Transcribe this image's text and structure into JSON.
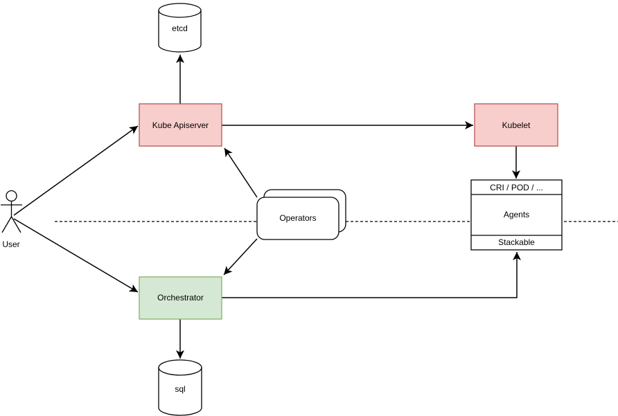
{
  "diagram": {
    "nodes": {
      "user": {
        "label": "User",
        "shape": "actor"
      },
      "etcd": {
        "label": "etcd",
        "shape": "cylinder"
      },
      "kube_apiserver": {
        "label": "Kube Apiserver",
        "shape": "rect",
        "color": "red"
      },
      "kubelet": {
        "label": "Kubelet",
        "shape": "rect",
        "color": "red"
      },
      "operators": {
        "label": "Operators",
        "shape": "stacked-rounded-rect"
      },
      "agents": {
        "top_label": "CRI / POD / ...",
        "middle_label": "Agents",
        "bottom_label": "Stackable",
        "shape": "sectioned-rect"
      },
      "orchestrator": {
        "label": "Orchestrator",
        "shape": "rect",
        "color": "green"
      },
      "sql": {
        "label": "sql",
        "shape": "cylinder"
      }
    },
    "edges": [
      {
        "from": "user",
        "to": "kube_apiserver",
        "arrow": "end"
      },
      {
        "from": "user",
        "to": "orchestrator",
        "arrow": "end"
      },
      {
        "from": "kube_apiserver",
        "to": "etcd",
        "arrow": "end"
      },
      {
        "from": "kube_apiserver",
        "to": "kubelet",
        "arrow": "end"
      },
      {
        "from": "kubelet",
        "to": "agents.top",
        "arrow": "end"
      },
      {
        "from": "operators",
        "to": "kube_apiserver",
        "arrow": "end"
      },
      {
        "from": "operators",
        "to": "orchestrator",
        "arrow": "end"
      },
      {
        "from": "orchestrator",
        "to": "agents.stackable",
        "arrow": "end"
      },
      {
        "from": "orchestrator",
        "to": "sql",
        "arrow": "end"
      },
      {
        "type": "dashed-divider",
        "orientation": "horizontal"
      }
    ],
    "colors": {
      "red_fill": "#f8cecc",
      "red_stroke": "#b85450",
      "green_fill": "#d5e8d4",
      "green_stroke": "#82b366",
      "line": "#000000",
      "text": "#000000",
      "background": "#ffffff"
    }
  }
}
